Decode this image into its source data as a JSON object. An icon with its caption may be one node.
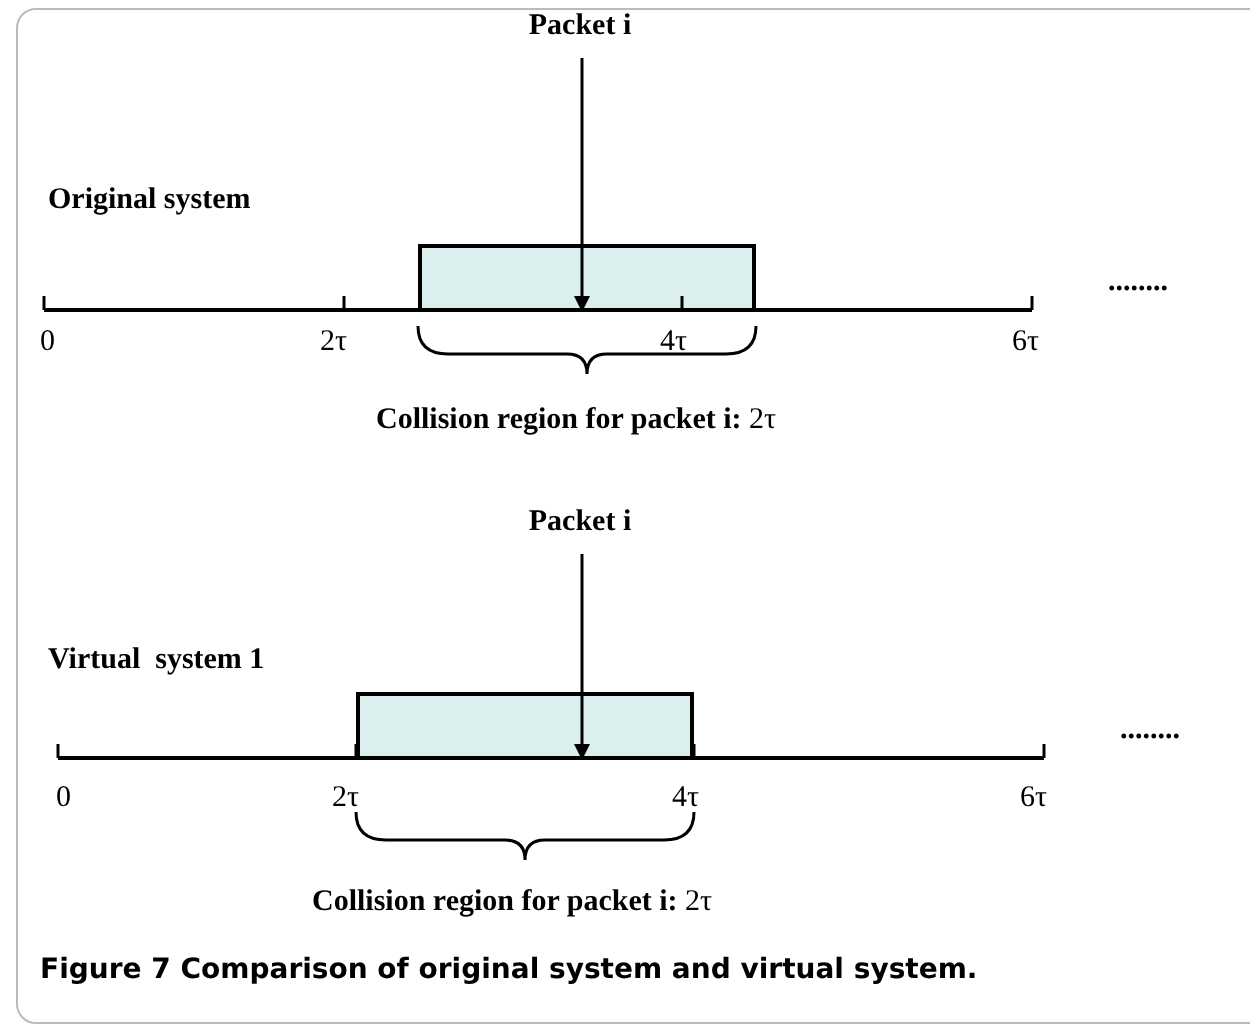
{
  "diagram": {
    "caption": "Figure 7 Comparison of original system and virtual system.",
    "nodes": [
      {
        "text": [
          "Packet i"
        ]
      },
      {
        "text": [],
        "shape": "box"
      },
      {
        "text": [
          "Packet i"
        ]
      },
      {
        "text": [],
        "shape": "box"
      }
    ],
    "edges": [
      {
        "from": 0,
        "to": 1,
        "arrow": "to"
      },
      {
        "from": 2,
        "to": 3,
        "arrow": "to"
      }
    ],
    "labels": [
      "Original system",
      "........",
      "0",
      "2τ",
      "4τ",
      "6τ",
      "**Collision region for packet i:** 2τ",
      "Virtual  system 1",
      "........",
      "0",
      "2τ",
      "4τ",
      "6τ",
      "**Collision region for packet i:** 2τ"
    ]
  }
}
